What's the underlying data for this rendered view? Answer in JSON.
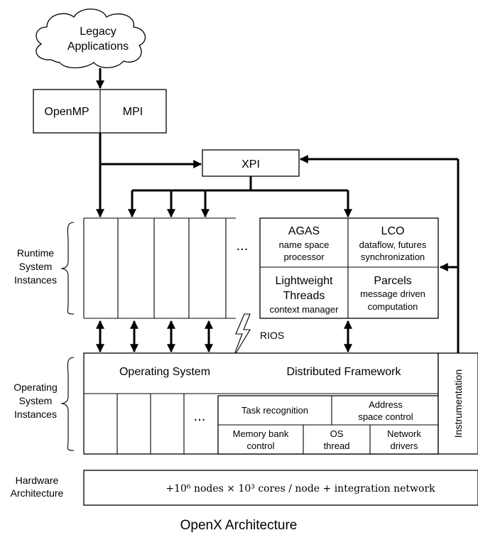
{
  "legacy": {
    "line1": "Legacy",
    "line2": "Applications"
  },
  "programming_models": {
    "openmp": "OpenMP",
    "mpi": "MPI"
  },
  "xpi": "XPI",
  "runtime": {
    "side_label": [
      "Runtime",
      "System",
      "Instances"
    ],
    "ellipsis": "...",
    "agas": {
      "title": "AGAS",
      "line1": "name space",
      "line2": "processor"
    },
    "lco": {
      "title": "LCO",
      "line1": "dataflow, futures",
      "line2": "synchronization"
    },
    "threads": {
      "line1": "Lightweight",
      "line2": "Threads",
      "line3": "context manager"
    },
    "parcels": {
      "title": "Parcels",
      "line1": "message driven",
      "line2": "computation"
    }
  },
  "rios": "RIOS",
  "os": {
    "side_label": [
      "Operating",
      "System",
      "Instances"
    ],
    "operating_system": "Operating System",
    "distributed_framework": "Distributed Framework",
    "ellipsis": "...",
    "task_recognition": "Task recognition",
    "address_space": [
      "Address",
      "space control"
    ],
    "memory_bank": [
      "Memory bank",
      "control"
    ],
    "os_thread": [
      "OS",
      "thread"
    ],
    "network_drivers": [
      "Network",
      "drivers"
    ],
    "instrumentation": "Instrumentation"
  },
  "hardware": {
    "side_label": [
      "Hardware",
      "Architecture"
    ],
    "spec": "+10⁶ nodes × 10³ cores / node + integration network"
  },
  "caption": "OpenX Architecture"
}
